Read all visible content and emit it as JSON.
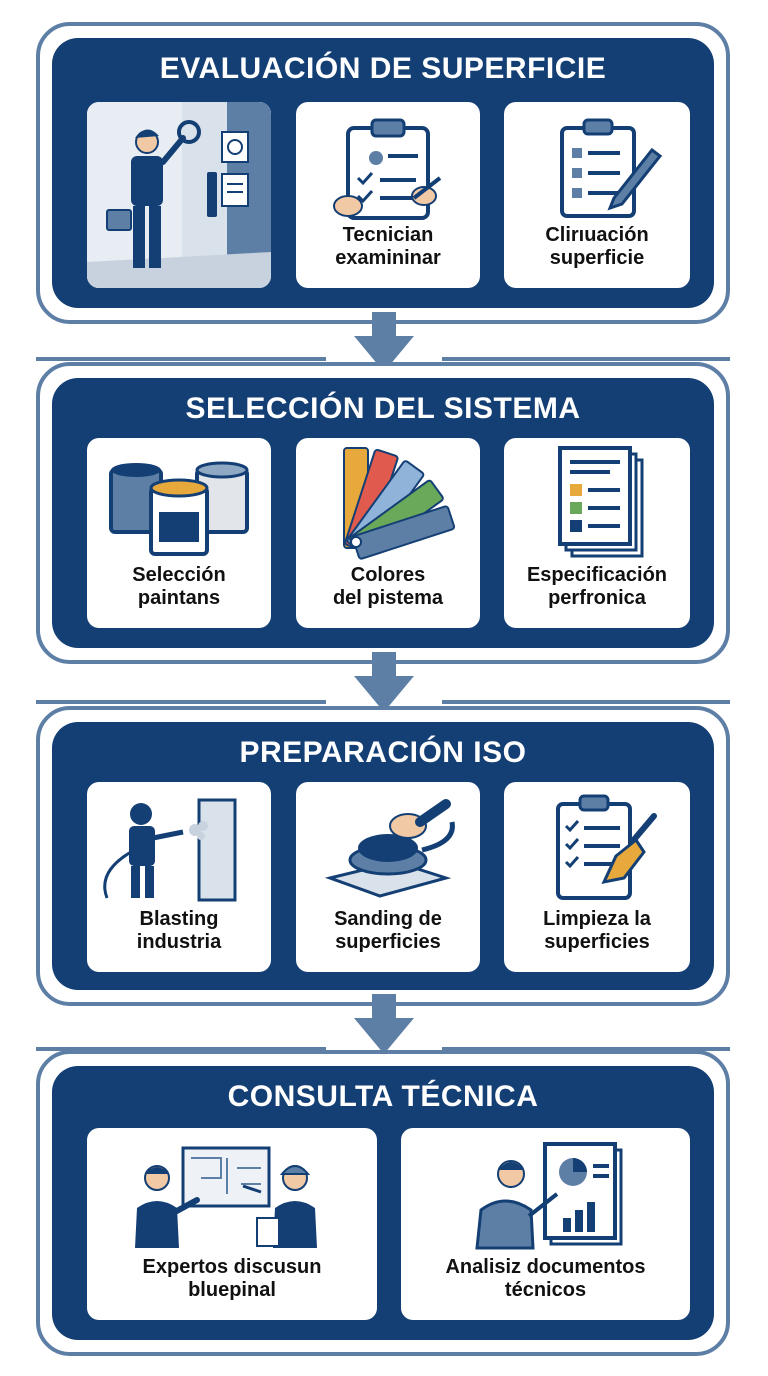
{
  "steps": [
    {
      "title": "EVALUACIÓN DE SUPERFICIE",
      "cards": [
        {
          "icon": "technician-inspecting-icon",
          "line1": "",
          "line2": ""
        },
        {
          "icon": "clipboard-checklist-icon",
          "line1": "Tecnician",
          "line2": "examininar"
        },
        {
          "icon": "checklist-pencil-icon",
          "line1": "Clirıuación",
          "line2": "superficie"
        }
      ]
    },
    {
      "title": "SELECCIÓN DEL SISTEMA",
      "cards": [
        {
          "icon": "paint-cans-icon",
          "line1": "Selección",
          "line2": "paintans"
        },
        {
          "icon": "color-swatch-fan-icon",
          "line1": "Colores",
          "line2": "del pistema"
        },
        {
          "icon": "specification-document-icon",
          "line1": "Especificación",
          "line2": "perfronica"
        }
      ]
    },
    {
      "title": "PREPARACIÓN ISO",
      "cards": [
        {
          "icon": "blasting-worker-icon",
          "line1": "Blasting",
          "line2": "industria"
        },
        {
          "icon": "orbital-sander-icon",
          "line1": "Sanding de",
          "line2": "superficies"
        },
        {
          "icon": "clipboard-brush-icon",
          "line1": "Limpieza la",
          "line2": "superficies"
        }
      ]
    },
    {
      "title": "CONSULTA TÉCNICA",
      "cards": [
        {
          "icon": "experts-blueprint-icon",
          "line1": "Expertos discusun",
          "line2": "bluepinal"
        },
        {
          "icon": "analyst-documents-icon",
          "line1": "Analisiz documentos",
          "line2": "técnicos"
        }
      ]
    }
  ],
  "colors": {
    "navy": "#143f74",
    "frame": "#5d7fa6",
    "card": "#ffffff"
  }
}
